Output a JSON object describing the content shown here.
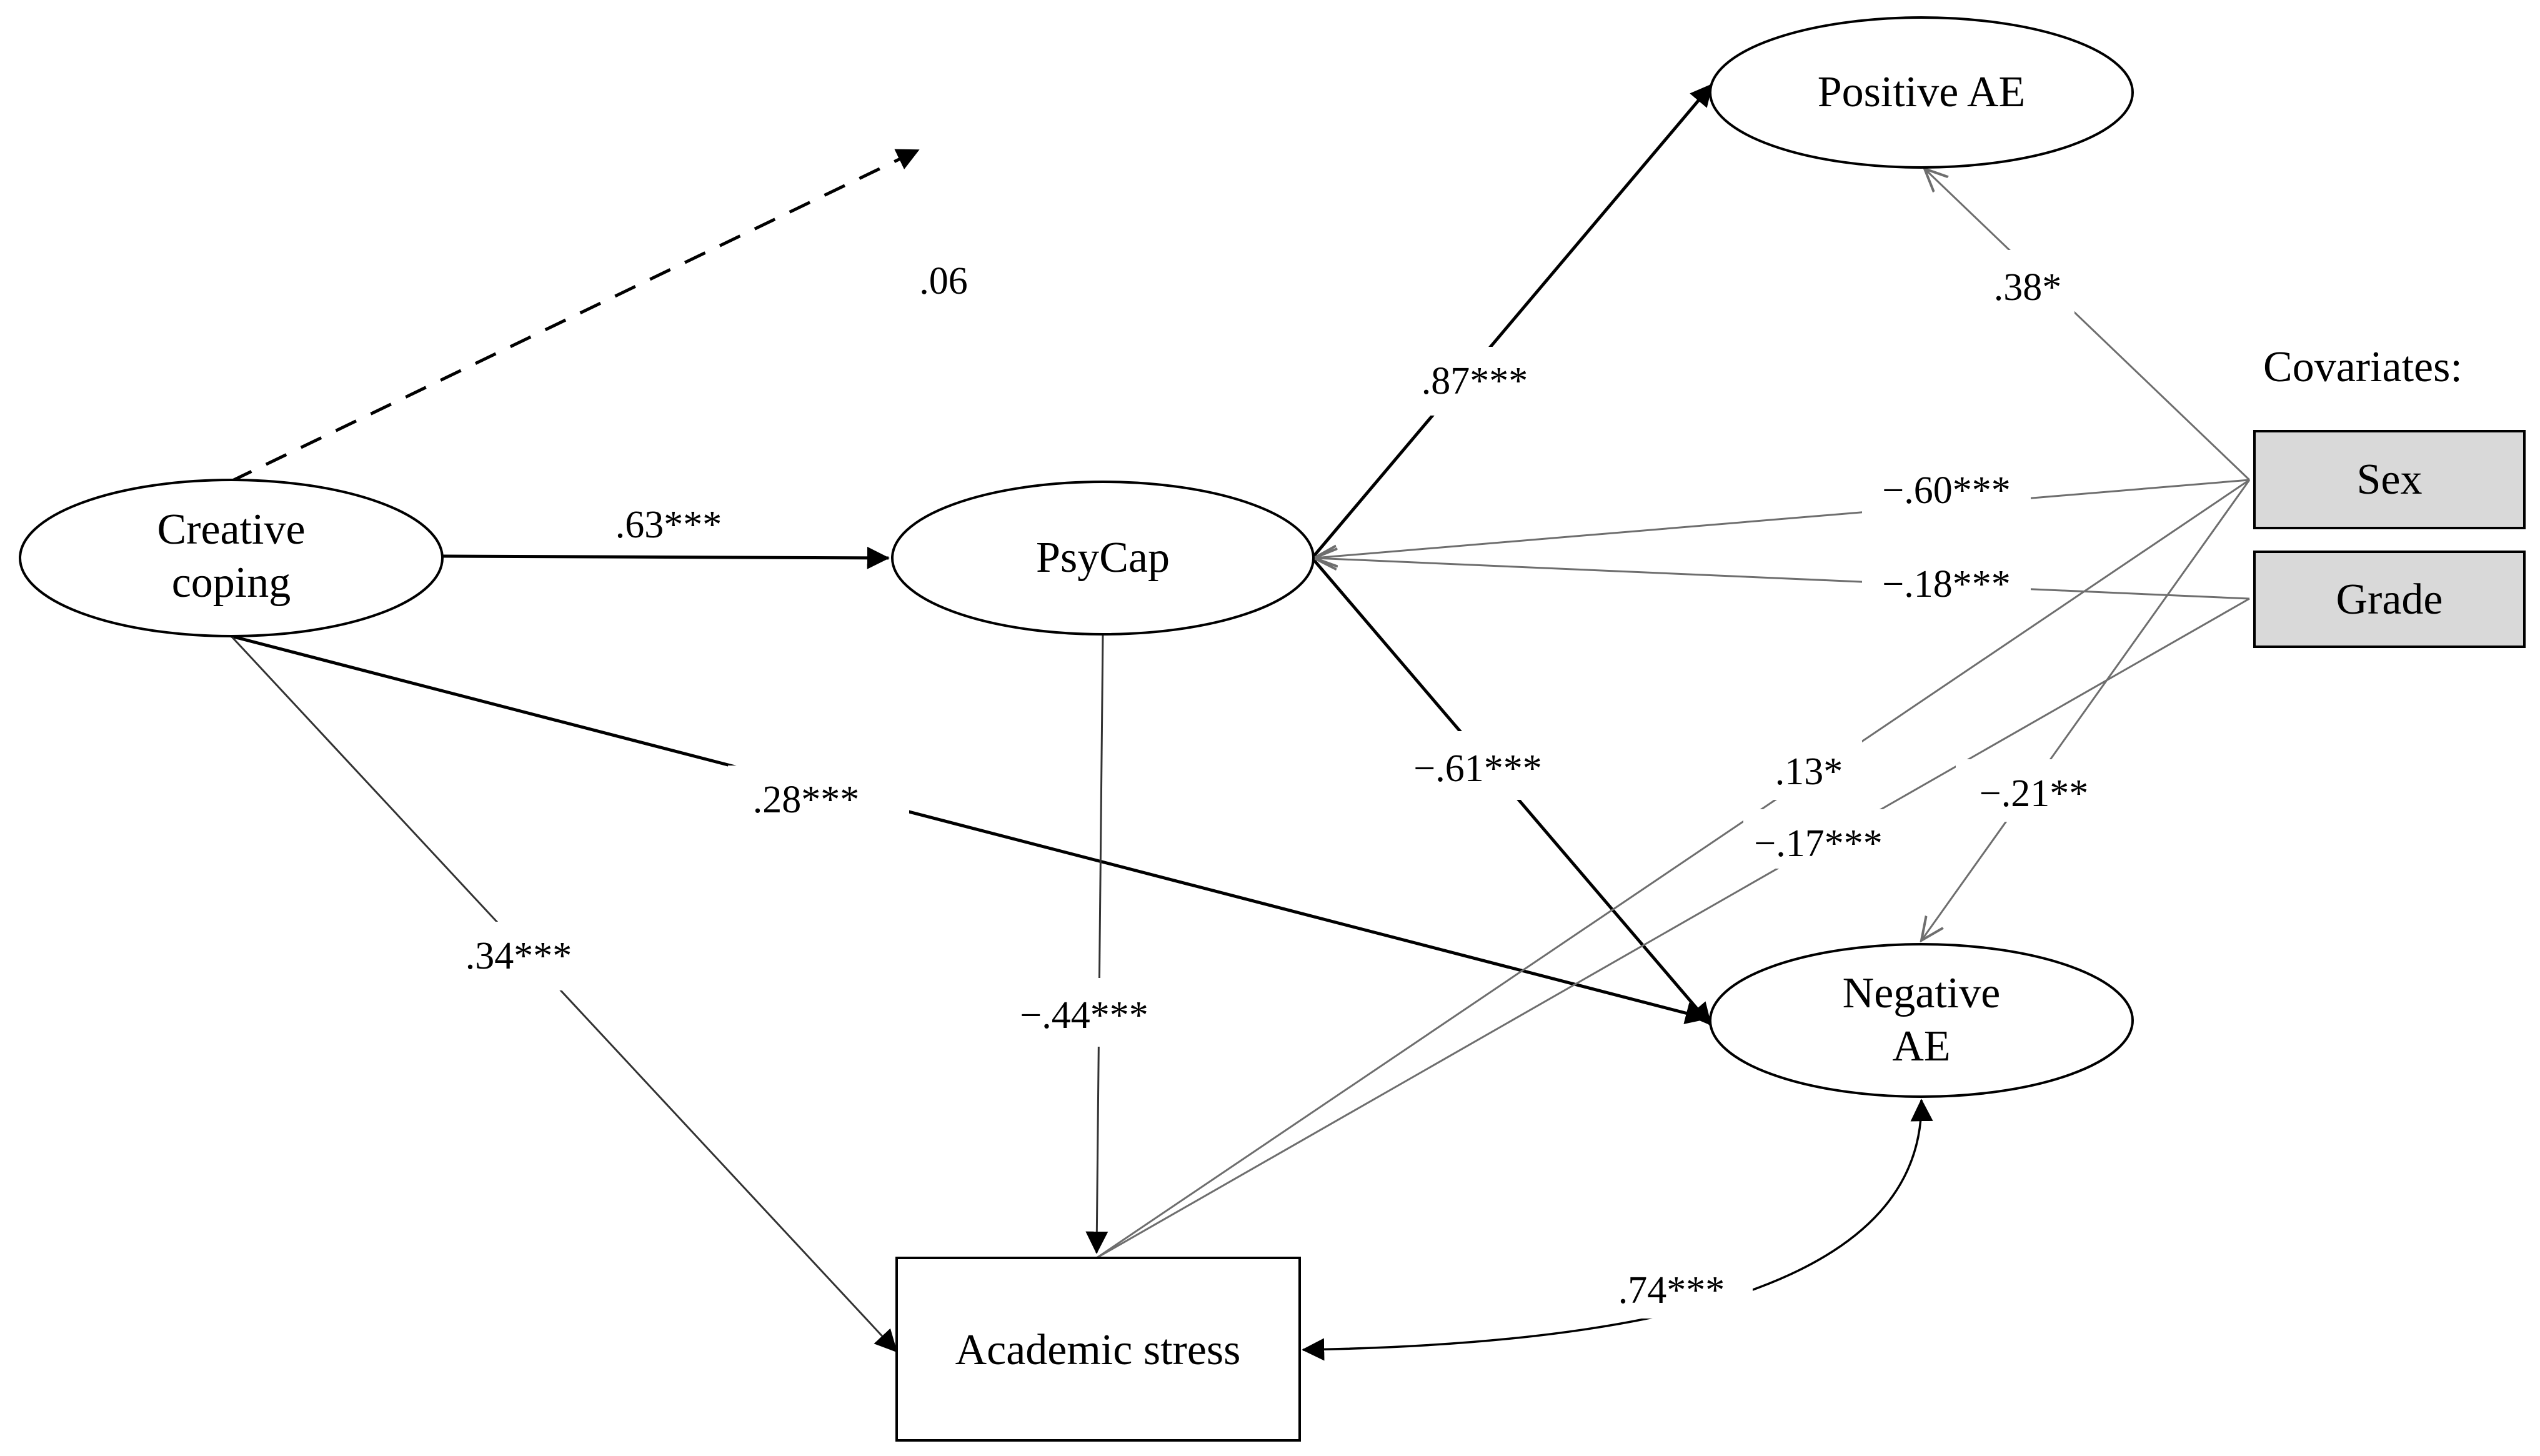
{
  "nodes": {
    "creative_coping": {
      "line1": "Creative",
      "line2": "coping"
    },
    "psycap": {
      "label": "PsyCap"
    },
    "positive_ae": {
      "label": "Positive AE"
    },
    "negative_ae": {
      "line1": "Negative",
      "line2": "AE"
    },
    "academic_stress": {
      "label": "Academic stress"
    },
    "sex": {
      "label": "Sex"
    },
    "grade": {
      "label": "Grade"
    }
  },
  "covariates_heading": "Covariates:",
  "paths": {
    "cc_to_pos": ".06",
    "cc_to_psycap": ".63***",
    "cc_to_neg": ".28***",
    "cc_to_stress": ".34***",
    "psycap_to_pos": ".87***",
    "psycap_to_neg": "−.61***",
    "psycap_to_stress": "−.44***",
    "sex_to_pos": ".38*",
    "sex_to_psycap": "−.60***",
    "grade_to_psycap": "−.18***",
    "sex_to_stress": ".13*",
    "grade_to_stress": "−.17***",
    "sex_to_neg": "−.21**",
    "stress_neg_cov": ".74***"
  },
  "colors": {
    "box_fill": "#d9d9d9",
    "thin_line": "#6e6e6e",
    "main_line": "#000000"
  }
}
